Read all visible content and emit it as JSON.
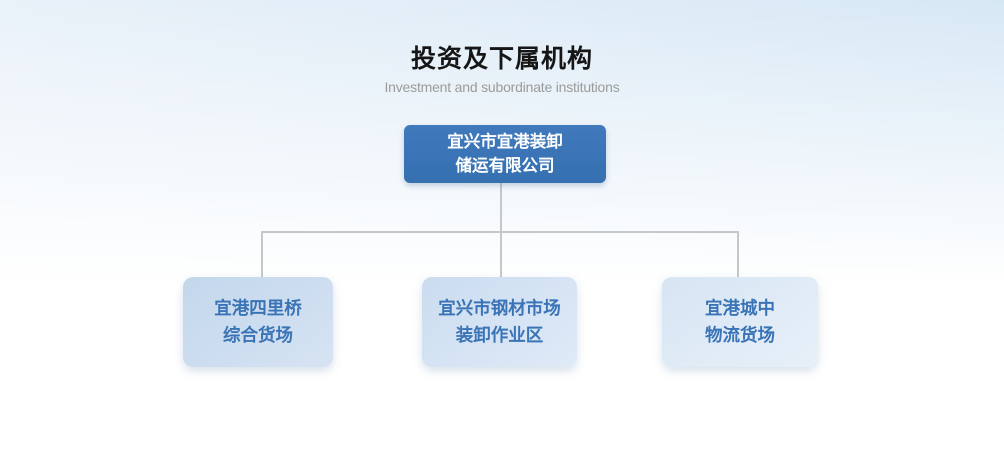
{
  "header": {
    "title": "投资及下属机构",
    "subtitle": "Investment and subordinate institutions"
  },
  "org_chart": {
    "root": {
      "line1": "宜兴市宜港装卸",
      "line2": "储运有限公司"
    },
    "children": [
      {
        "line1": "宜港四里桥",
        "line2": "综合货场"
      },
      {
        "line1": "宜兴市钢材市场",
        "line2": "装卸作业区"
      },
      {
        "line1": "宜港城中",
        "line2": "物流货场"
      }
    ]
  },
  "colors": {
    "root_box": "#3a74b6",
    "root_text": "#ffffff",
    "child_text": "#3a74b6",
    "connector": "#c6c7c9",
    "title_text": "#161616",
    "subtitle_text": "#9b9b9b"
  }
}
